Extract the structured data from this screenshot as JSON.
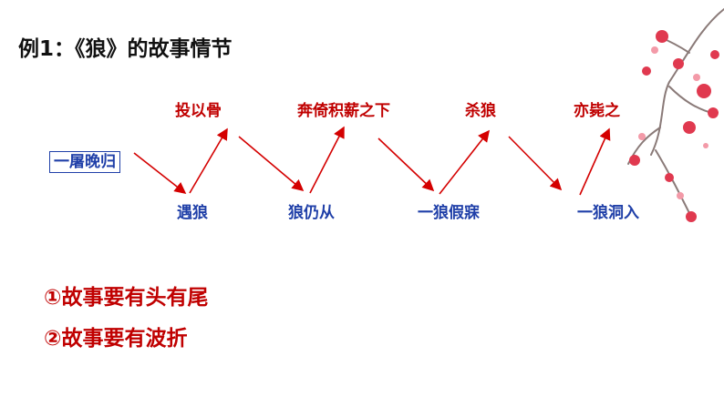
{
  "title": "例1：《狼》的故事情节",
  "plot": {
    "upper": [
      "投以骨",
      "奔倚积薪之下",
      "杀狼",
      "亦毙之"
    ],
    "lower": [
      "一屠晚归",
      "遇狼",
      "狼仍从",
      "一狼假寐",
      "一狼洞入"
    ]
  },
  "points": [
    "①故事要有头有尾",
    "②故事要有波折"
  ],
  "colors": {
    "accent_red": "#c00000",
    "node_blue": "#1f3fa8",
    "arrow_red": "#d40000",
    "blossom": "#e0394f"
  }
}
